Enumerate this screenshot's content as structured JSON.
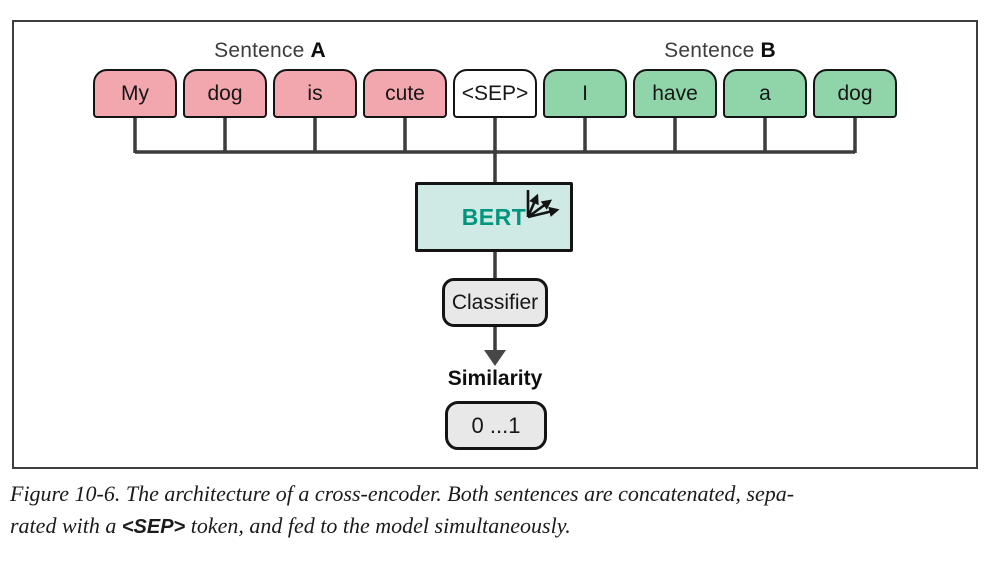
{
  "figure": {
    "sentence_a": {
      "word": "Sentence",
      "letter": "A"
    },
    "sentence_b": {
      "word": "Sentence",
      "letter": "B"
    },
    "tokens": [
      {
        "text": "My",
        "fill": "#F2A6AE",
        "group": "sentence-a"
      },
      {
        "text": "dog",
        "fill": "#F2A6AE",
        "group": "sentence-a"
      },
      {
        "text": "is",
        "fill": "#F2A6AE",
        "group": "sentence-a"
      },
      {
        "text": "cute",
        "fill": "#F2A6AE",
        "group": "sentence-a"
      },
      {
        "text": "<SEP>",
        "fill": "#FFFFFF",
        "group": "separator"
      },
      {
        "text": "I",
        "fill": "#90D5AA",
        "group": "sentence-b"
      },
      {
        "text": "have",
        "fill": "#90D5AA",
        "group": "sentence-b"
      },
      {
        "text": "a",
        "fill": "#90D5AA",
        "group": "sentence-b"
      },
      {
        "text": "dog",
        "fill": "#90D5AA",
        "group": "sentence-b"
      }
    ],
    "bert": {
      "label": "BERT",
      "fill": "#CFE9E4",
      "text_color": "#00957D",
      "corner_icon": "fan-out-arrows-icon"
    },
    "classifier": {
      "label": "Classifier",
      "fill": "#E8E8E8"
    },
    "output": {
      "label": "Similarity",
      "range": "0 ...1",
      "box_fill": "#E8E8E8"
    },
    "colors": {
      "line": "#3C3C3C",
      "arrowhead": "#474747",
      "box_border": "#141414",
      "frame_border": "#3D3D3D",
      "label_text": "#3D3D3D"
    }
  },
  "caption": {
    "line1": "Figure 10-6. The architecture of a cross-encoder. Both sentences are concatenated, sepa-",
    "line2_pre": "rated with a ",
    "line2_sep": "<SEP>",
    "line2_post": " token, and fed to the model simultaneously."
  }
}
